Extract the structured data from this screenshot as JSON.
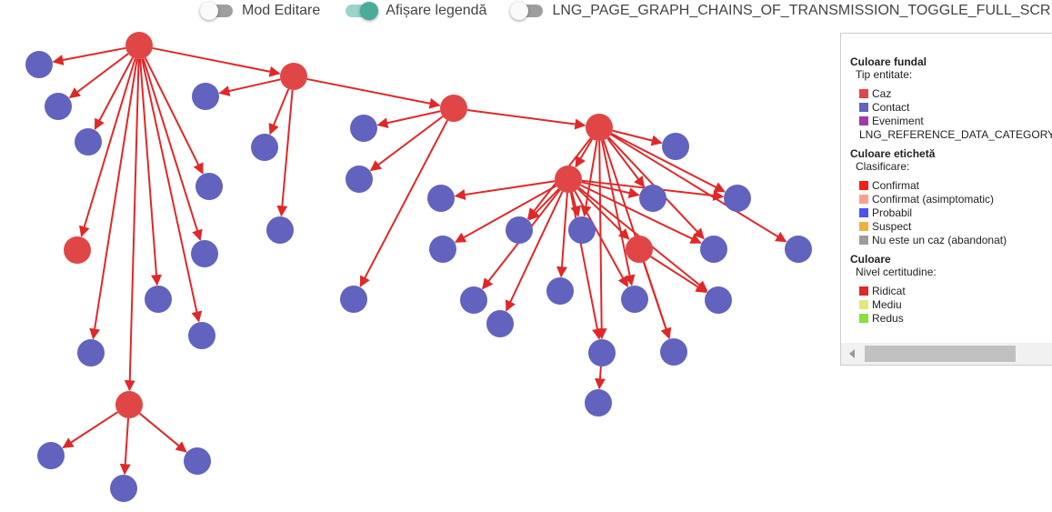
{
  "toolbar": {
    "toggles": [
      {
        "label": "Mod Editare",
        "on": false
      },
      {
        "label": "Afișare legendă",
        "on": true
      },
      {
        "label": "LNG_PAGE_GRAPH_CHAINS_OF_TRANSMISSION_TOGGLE_FULL_SCR",
        "on": false
      }
    ]
  },
  "legend": {
    "groups": [
      {
        "title": "Culoare fundal",
        "subtitle": "Tip entitate:",
        "items": [
          {
            "label": "Caz",
            "color": "#e04646"
          },
          {
            "label": "Contact",
            "color": "#6262bf"
          },
          {
            "label": "Eveniment",
            "color": "#a03aa8"
          }
        ],
        "extra": "LNG_REFERENCE_DATA_CATEGORY"
      },
      {
        "title": "Culoare etichetă",
        "subtitle": "Clasificare:",
        "items": [
          {
            "label": "Confirmat",
            "color": "#ff1a1a"
          },
          {
            "label": "Confirmat (asimptomatic)",
            "color": "#ff9f8f"
          },
          {
            "label": "Probabil",
            "color": "#5050ee"
          },
          {
            "label": "Suspect",
            "color": "#f0b040"
          },
          {
            "label": "Nu este un caz (abandonat)",
            "color": "#a09a9a"
          }
        ]
      },
      {
        "title": "Culoare",
        "subtitle": "Nivel certitudine:",
        "items": [
          {
            "label": "Ridicat",
            "color": "#e02828"
          },
          {
            "label": "Mediu",
            "color": "#e4e87a"
          },
          {
            "label": "Redus",
            "color": "#88e03a"
          }
        ]
      }
    ]
  },
  "graph": {
    "case_color": "#e04646",
    "contact_color": "#6262bf",
    "edge_color": "#e02828"
  }
}
